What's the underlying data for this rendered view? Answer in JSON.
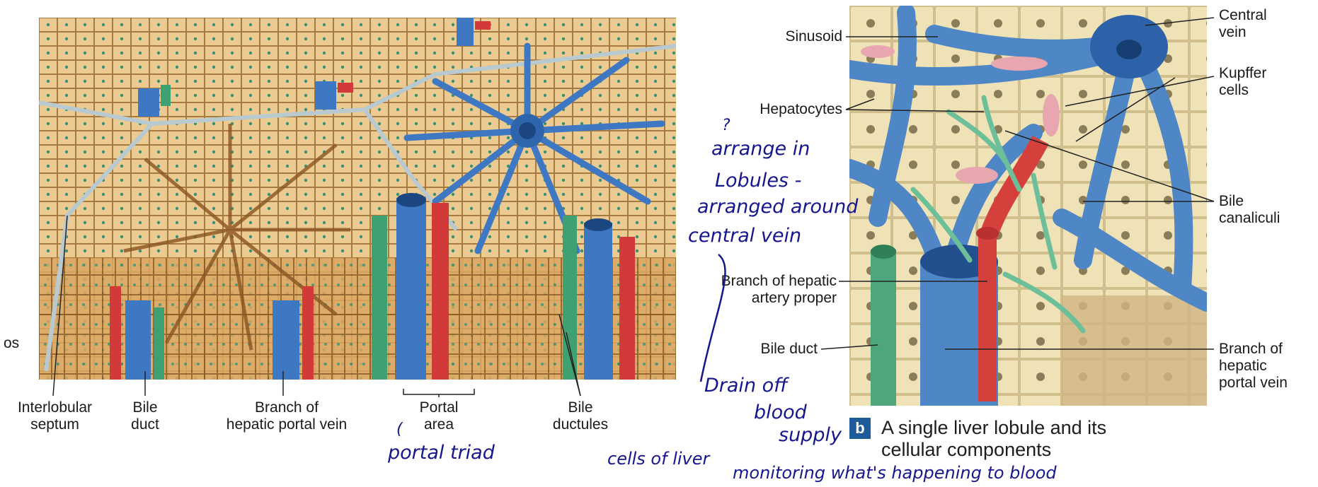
{
  "left_labels": {
    "cut": "os",
    "interlobular": "Interlobular\nseptum",
    "bile_duct": "Bile\nduct",
    "portal_vein": "Branch of\nhepatic portal vein",
    "portal_area": "Portal\narea",
    "bile_ductules": "Bile\nductules"
  },
  "right_labels": {
    "sinusoid": "Sinusoid",
    "central_vein": "Central\nvein",
    "kupffer": "Kupffer\ncells",
    "hepatocytes": "Hepatocytes",
    "bile_canaliculi": "Bile\ncanaliculi",
    "hepatic_artery": "Branch of hepatic\nartery proper",
    "bile_duct": "Bile duct",
    "portal_vein": "Branch of\nhepatic\nportal vein"
  },
  "caption": {
    "badge": "b",
    "text": "A single liver lobule and its\ncellular components"
  },
  "handwriting": {
    "q": "?",
    "arrange_in": "arrange in",
    "lobules": "Lobules -",
    "arranged_around": "arranged around",
    "central_vein": "central vein",
    "drain": "Drain off",
    "blood": "blood",
    "supply": "supply",
    "paren": "(",
    "portal_triad": "portal triad",
    "cells_of_liver": "cells of liver",
    "monitoring": "monitoring what's happening to blood"
  },
  "colors": {
    "tissue": "#e8c58a",
    "tissue_dark": "#b07a3a",
    "vein_blue": "#3f78c2",
    "artery_red": "#d23a3a",
    "duct_green": "#3fa071",
    "ink": "#16168f"
  }
}
